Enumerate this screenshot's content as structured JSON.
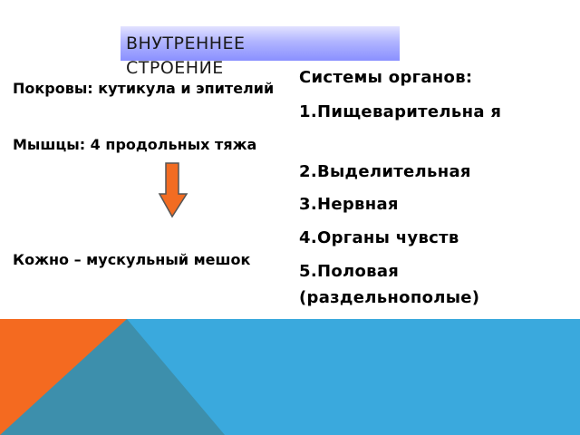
{
  "title": "ВНУТРЕННЕЕ СТРОЕНИЕ",
  "left": {
    "covers": "Покровы: кутикула и эпителий",
    "muscles": "Мышцы:  4 продольных тяжа",
    "sac": "Кожно – мускульный мешок"
  },
  "right": {
    "heading": "Системы органов:",
    "items": [
      "1.Пищеварительна я",
      "2.Выделительная",
      "3.Нервная",
      "4.Органы чувств",
      "5.Половая (раздельнополые)"
    ]
  },
  "colors": {
    "title_gradient_top": "#e2e2ff",
    "title_gradient_bottom": "#8a90ff",
    "arrow_fill": "#f26c22",
    "bottom_blue": "#3aa9dd",
    "bottom_teal": "#3d8fac",
    "bottom_orange": "#f46a20"
  },
  "icons": [
    "down-arrow-icon"
  ]
}
